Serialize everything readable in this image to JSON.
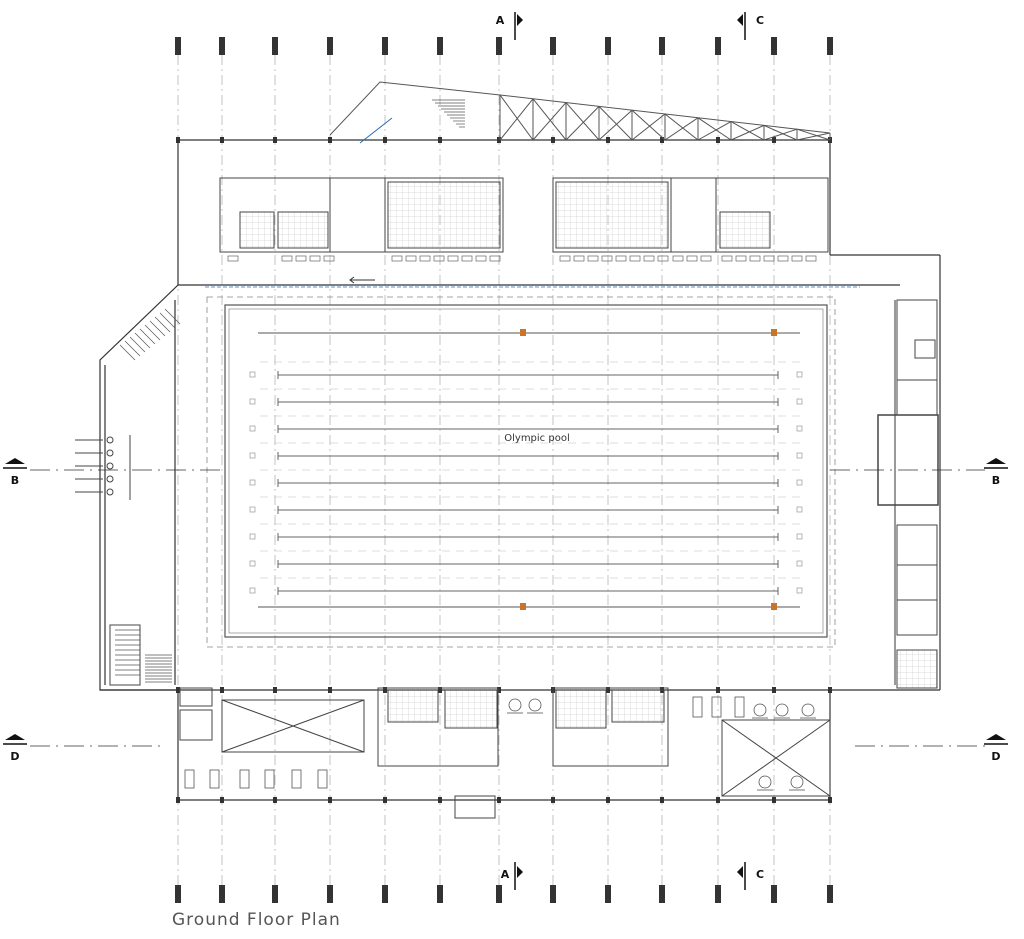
{
  "plan": {
    "title": "Ground Floor Plan",
    "pool_label": "Olympic pool",
    "sections": {
      "a": "A",
      "b": "B",
      "c": "C",
      "d": "D"
    }
  },
  "colors": {
    "line": "#333333",
    "column": "#333333",
    "grid": "#999999",
    "accent": "#2a6fb5",
    "marker": "#c8742a",
    "label": "#555555"
  }
}
